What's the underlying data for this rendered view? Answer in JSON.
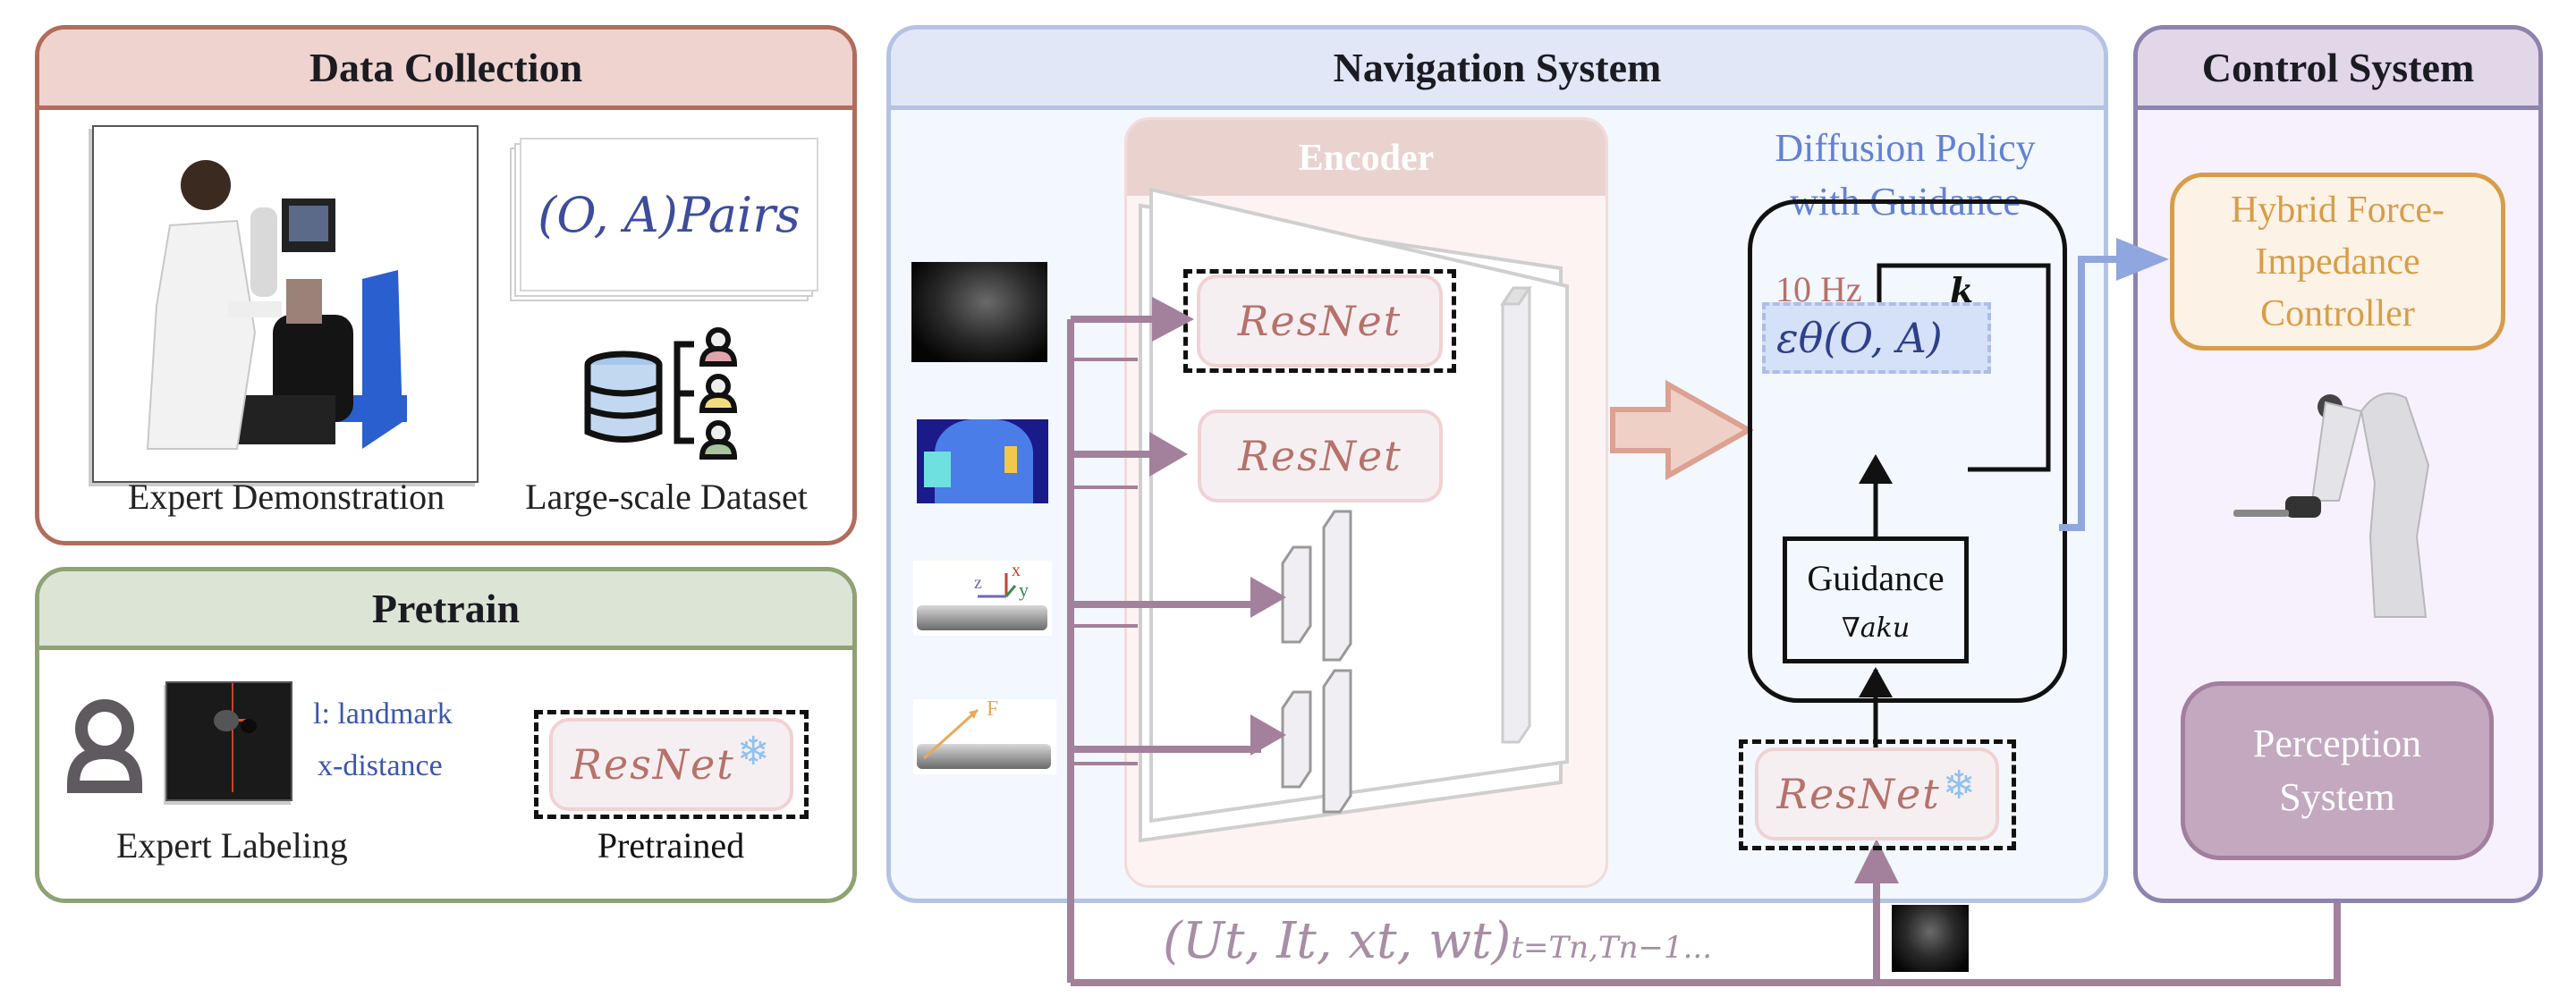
{
  "data_collection": {
    "title": "Data Collection",
    "pairs_label": "(O, A)Pairs",
    "expert_caption": "Expert Demonstration",
    "dataset_caption": "Large-scale Dataset",
    "icons": [
      "expert-demonstration-photo",
      "stacked-pairs-cards",
      "database-users-icon"
    ]
  },
  "pretrain": {
    "title": "Pretrain",
    "landmark_label": "l: landmark",
    "distance_label": "x-distance",
    "labeling_caption": "Expert Labeling",
    "resnet_label": "ResNet",
    "pretrained_caption": "Pretrained",
    "icons": [
      "person-icon",
      "ultrasound-labeled-image",
      "snowflake-icon"
    ]
  },
  "navigation": {
    "title": "Navigation System",
    "encoder_title": "Encoder",
    "resnet_top": "ResNet",
    "resnet_mid": "ResNet",
    "inputs": [
      "ultrasound-image",
      "depth-image",
      "probe-pose-image",
      "probe-force-image"
    ],
    "pose_axes": {
      "x": "x",
      "y": "y",
      "z": "z"
    },
    "force_label": "F",
    "policy_title_line1": "Diffusion Policy",
    "policy_title_line2": "with Guidance",
    "frequency": "10 Hz",
    "loop_label": "k",
    "epsilon_label": "εθ(O, A)",
    "guidance_label": "Guidance",
    "guidance_formula": "∇aku",
    "resnet_frozen": "ResNet",
    "sequence_formula_main": "(Ut, It, xt, wt)",
    "sequence_formula_sub": "t=Tn,Tn−1..."
  },
  "control": {
    "title": "Control System",
    "controller_line1": "Hybrid Force-",
    "controller_line2": "Impedance",
    "controller_line3": "Controller",
    "perception_line1": "Perception",
    "perception_line2": "System",
    "icons": [
      "robot-arm-image"
    ]
  },
  "colors": {
    "data_collection_border": "#b26c5c",
    "data_collection_header": "#eed3cf",
    "pretrain_border": "#8fa274",
    "pretrain_header": "#dce4d6",
    "navigation_border": "#b4c2e4",
    "navigation_header": "#e2e7f7",
    "navigation_body": "#f3f7fe",
    "control_border": "#8c84ae",
    "control_header": "#e2d7e9",
    "control_body": "#f6f1fc",
    "encoder_header": "#ead3cf",
    "resnet_text": "#b6726a",
    "flow_arrow": "#a3809b",
    "policy_title": "#6481d2",
    "controller": "#d79d49",
    "perception_fill": "#c3a8c0",
    "output_arrow": "#90a6de"
  }
}
